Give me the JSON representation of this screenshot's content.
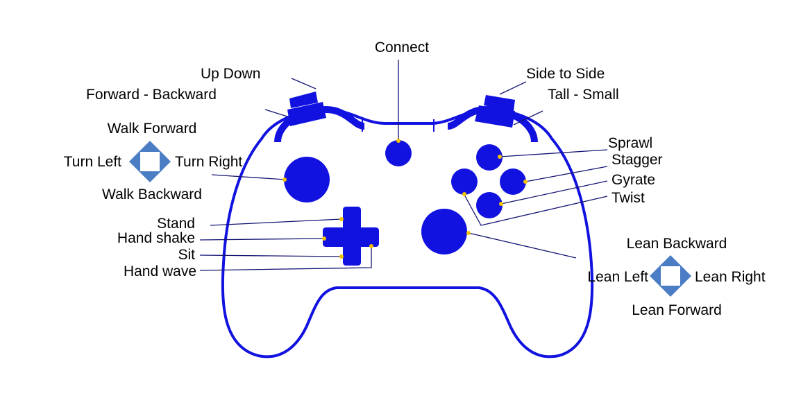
{
  "colors": {
    "controller": "#1212e0",
    "leader": "#141473",
    "dot": "#f2c200",
    "arrow": "#4a7dc4",
    "text": "#000000"
  },
  "labels": {
    "connect": "Connect",
    "up_down": "Up Down",
    "forward_backward": "Forward - Backward",
    "side_to_side": "Side to Side",
    "tall_small": "Tall - Small",
    "walk_forward": "Walk Forward",
    "turn_left": "Turn Left",
    "turn_right": "Turn Right",
    "walk_backward": "Walk Backward",
    "stand": "Stand",
    "hand_shake": "Hand shake",
    "sit": "Sit",
    "hand_wave": "Hand wave",
    "sprawl": "Sprawl",
    "stagger": "Stagger",
    "gyrate": "Gyrate",
    "twist": "Twist",
    "lean_backward": "Lean Backward",
    "lean_left": "Lean Left",
    "lean_right": "Lean Right",
    "lean_forward": "Lean Forward"
  }
}
